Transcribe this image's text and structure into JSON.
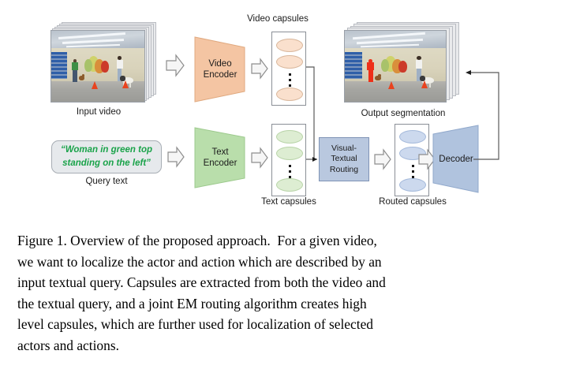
{
  "figure": {
    "caption_lines": [
      "Figure 1. Overview of the proposed approach.  For a given video,",
      "we want to localize the actor and action which are described by an",
      "input textual query. Capsules are extracted from both the video and",
      "the textual query, and a joint EM routing algorithm creates high",
      "level capsules, which are further used for localization of selected",
      "actors and actions."
    ]
  },
  "diagram": {
    "input_video": {
      "label": "Input video"
    },
    "query": {
      "line1": "“Woman in green top",
      "line2": "standing on the left”",
      "label": "Query text"
    },
    "video_encoder": {
      "line1": "Video",
      "line2": "Encoder",
      "color": "#f4c5a3"
    },
    "text_encoder": {
      "line1": "Text",
      "line2": "Encoder",
      "color": "#b9deab"
    },
    "video_capsules": {
      "label": "Video capsules",
      "color": "#fae0cd",
      "count": 3
    },
    "text_capsules": {
      "label": "Text capsules",
      "color": "#ddedd2",
      "count": 3
    },
    "routed_capsules": {
      "label": "Routed capsules",
      "color": "#ccd9ee",
      "count": 3
    },
    "routing": {
      "line1": "Visual-",
      "line2": "Textual",
      "line3": "Routing",
      "color": "#b9c8df"
    },
    "decoder": {
      "label": "Decoder",
      "color": "#b0c3de"
    },
    "output_video": {
      "label": "Output segmentation"
    },
    "arrows": {
      "icon": "block-arrow-right-icon",
      "count": 6
    },
    "accent_colors": {
      "query_text": "#1aa34a",
      "segmentation_highlight": "#ee2f18",
      "wire": "#5a5a5a"
    }
  }
}
